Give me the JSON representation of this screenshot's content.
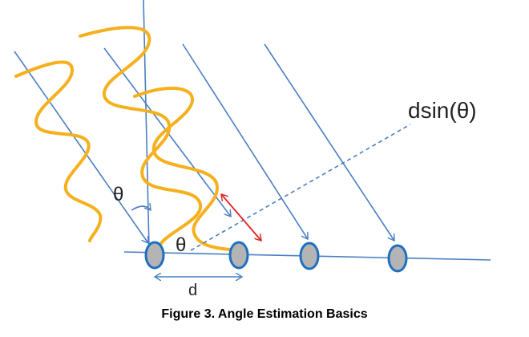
{
  "diagram": {
    "colors": {
      "ray": "#4a7fc1",
      "wave": "#f5b01e",
      "antenna_fill": "#b4b4b4",
      "antenna_stroke": "#1f6fc0",
      "path_diff_arrow": "#e02020",
      "text": "#222222"
    },
    "labels": {
      "theta_upper": "θ",
      "theta_lower": "θ",
      "path_difference": "dsin(θ)",
      "spacing": "d"
    },
    "antenna_count": 4,
    "ray_count": 4
  },
  "caption": "Figure 3. Angle Estimation Basics"
}
